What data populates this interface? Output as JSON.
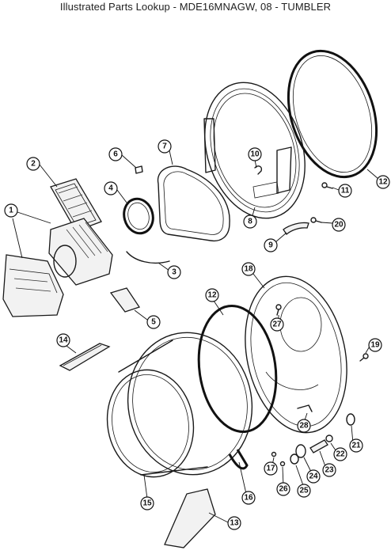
{
  "header": {
    "title": "Illustrated Parts Lookup - MDE16MNAGW, 08 - TUMBLER"
  },
  "callouts": [
    {
      "id": "c1",
      "label": "1"
    },
    {
      "id": "c2",
      "label": "2"
    },
    {
      "id": "c3",
      "label": "3"
    },
    {
      "id": "c4",
      "label": "4"
    },
    {
      "id": "c5",
      "label": "5"
    },
    {
      "id": "c6",
      "label": "6"
    },
    {
      "id": "c7",
      "label": "7"
    },
    {
      "id": "c8",
      "label": "8"
    },
    {
      "id": "c9",
      "label": "9"
    },
    {
      "id": "c10",
      "label": "10"
    },
    {
      "id": "c11",
      "label": "11"
    },
    {
      "id": "c12a",
      "label": "12"
    },
    {
      "id": "c12b",
      "label": "12"
    },
    {
      "id": "c13",
      "label": "13"
    },
    {
      "id": "c14",
      "label": "14"
    },
    {
      "id": "c15",
      "label": "15"
    },
    {
      "id": "c16",
      "label": "16"
    },
    {
      "id": "c17",
      "label": "17"
    },
    {
      "id": "c18",
      "label": "18"
    },
    {
      "id": "c19",
      "label": "19"
    },
    {
      "id": "c20",
      "label": "20"
    },
    {
      "id": "c21",
      "label": "21"
    },
    {
      "id": "c22",
      "label": "22"
    },
    {
      "id": "c23",
      "label": "23"
    },
    {
      "id": "c24",
      "label": "24"
    },
    {
      "id": "c25",
      "label": "25"
    },
    {
      "id": "c26",
      "label": "26"
    },
    {
      "id": "c27",
      "label": "27"
    },
    {
      "id": "c28",
      "label": "28"
    }
  ]
}
